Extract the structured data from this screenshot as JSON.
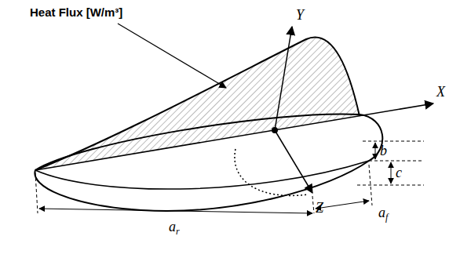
{
  "diagram": {
    "labels": [
      "Heat Flux [W/m³]",
      "Y",
      "X",
      "Z",
      "b",
      "c",
      "af",
      "ar"
    ]
  }
}
